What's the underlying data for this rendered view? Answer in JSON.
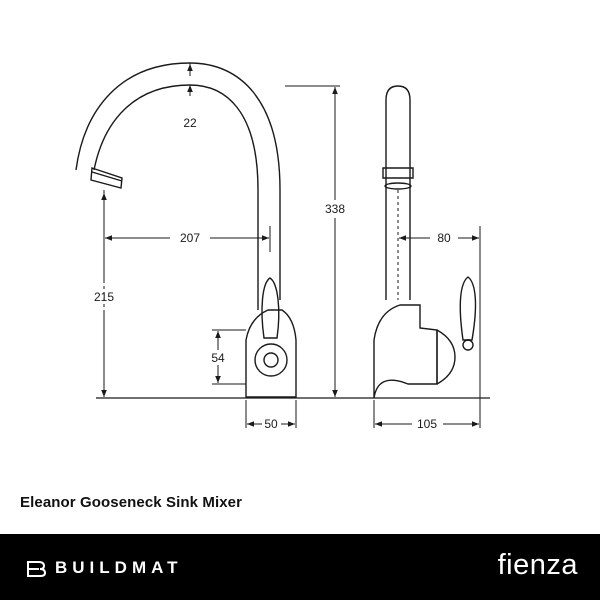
{
  "dimensions": {
    "spout_dia": "22",
    "height_total": "338",
    "reach": "207",
    "side_reach": "80",
    "outlet_height": "215",
    "body_height": "54",
    "base_width": "50",
    "depth": "105"
  },
  "product_title": "Eleanor Gooseneck Sink Mixer",
  "footer": {
    "brand_name": "BUILDMAT",
    "partner_logo": "fienza",
    "brand_icon": "buildmat-logo-icon"
  },
  "colors": {
    "line": "#1a1a1a",
    "footer_bg": "#000000",
    "footer_text": "#ffffff"
  }
}
